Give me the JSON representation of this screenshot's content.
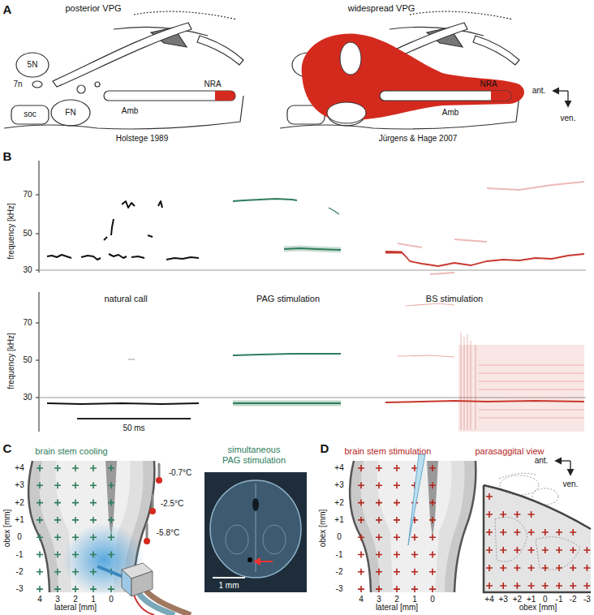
{
  "diagram": {
    "labels": [
      "A",
      "posterior VPG",
      "widespread VPG",
      "5N",
      "7n",
      "soc",
      "FN",
      "Amb",
      "NRA",
      "Holstege 1989",
      "NRA",
      "Amb",
      "Jürgens & Hage 2007",
      "ant.",
      "ven.",
      "B",
      "frequency [kHz]",
      "70",
      "50",
      "30",
      "frequency [kHz]",
      "70",
      "50",
      "30",
      "natural call",
      "PAG stimulation",
      "BS stimulation",
      "50 ms",
      "C",
      "brain stem cooling",
      "simultaneous PAG stimulation",
      "obex [mm]",
      "+4",
      "+3",
      "+2",
      "+1",
      "0",
      "-1",
      "-2",
      "-3",
      "-0.7°C",
      "-2.5°C",
      "-5.8°C",
      "lateral [mm]",
      "4",
      "3",
      "2",
      "1",
      "0",
      "1 mm",
      "D",
      "brain stem stimulation",
      "obex [mm]",
      "+4",
      "+3",
      "+2",
      "+1",
      "0",
      "-1",
      "-2",
      "-3",
      "lateral [mm]",
      "4",
      "3",
      "2",
      "1",
      "0",
      "parasaggital view",
      "ant.",
      "ven.",
      "+4",
      "+3",
      "+2",
      "+1",
      "0",
      "-1",
      "-2",
      "-3",
      "obex [mm]"
    ]
  }
}
